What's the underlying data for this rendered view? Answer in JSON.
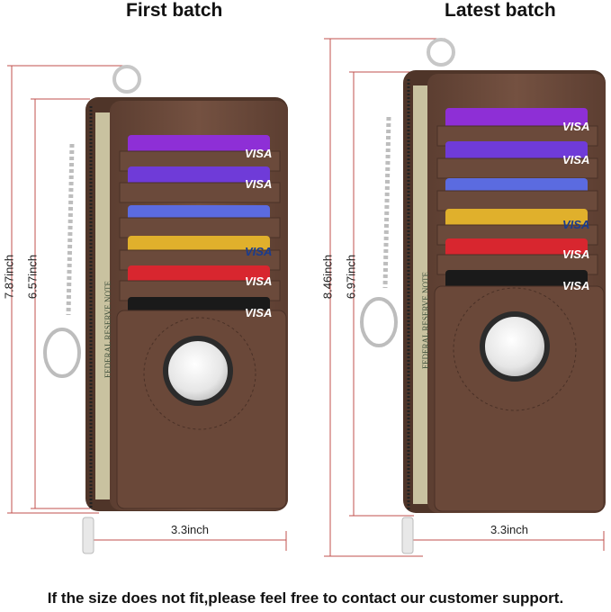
{
  "headings": {
    "left": "First batch",
    "right": "Latest batch"
  },
  "left": {
    "height_outer": "7.87inch",
    "height_inner": "6.57inch",
    "width": "3.3inch"
  },
  "right": {
    "height_outer": "8.46inch",
    "height_inner": "6.97inch",
    "width": "3.3inch"
  },
  "card_text": "VISA",
  "banknote_text": "FEDERAL RESERVE NOTE",
  "footer": "If the size does not fit,please feel free to contact our customer support.",
  "colors": {
    "leather": "#6b4a3b",
    "leather_dark": "#4a3127",
    "leather_light": "#7d5948",
    "dim_line": "#c0504d",
    "banknote": "#c9c2a0",
    "cards": [
      "#8e2fd6",
      "#6f3bd8",
      "#5b6be0",
      "#e0b02c",
      "#d8262f",
      "#1a1a1a"
    ]
  }
}
